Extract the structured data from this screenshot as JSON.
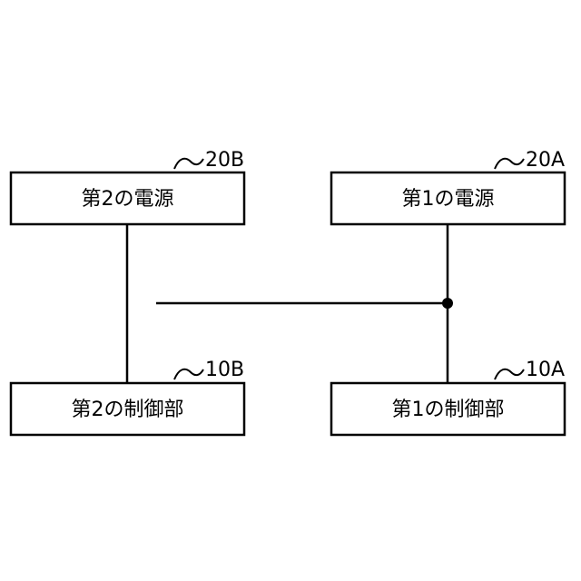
{
  "blocks": {
    "power2": {
      "label": "第2の電源",
      "ref": "20B"
    },
    "power1": {
      "label": "第1の電源",
      "ref": "20A"
    },
    "control2": {
      "label": "第2の制御部",
      "ref": "10B"
    },
    "control1": {
      "label": "第1の制御部",
      "ref": "10A"
    }
  }
}
